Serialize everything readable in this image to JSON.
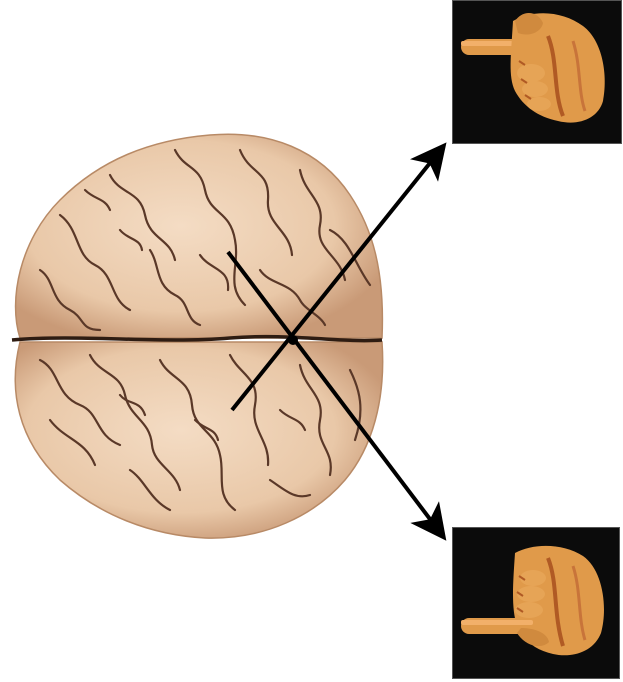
{
  "figure": {
    "subject_icon": "brain-top-view-icon",
    "crossing_arrows": [
      {
        "name": "arrow-to-top-right",
        "icon": "arrow-icon",
        "target": "hand-top"
      },
      {
        "name": "arrow-to-bottom-right",
        "icon": "arrow-icon",
        "target": "hand-bottom"
      }
    ],
    "hands": [
      {
        "name": "hand-top",
        "icon": "pointing-hand-left-icon"
      },
      {
        "name": "hand-bottom",
        "icon": "pointing-hand-left-icon"
      }
    ],
    "colors": {
      "background": "#ffffff",
      "brain_fill": "#e9c8a8",
      "brain_shadow": "#c99a77",
      "sulcus": "#5a3828",
      "arrow": "#000000",
      "panel": "#0b0b0b",
      "hand_skin": "#e09a4a",
      "hand_dark": "#b05a24"
    }
  }
}
